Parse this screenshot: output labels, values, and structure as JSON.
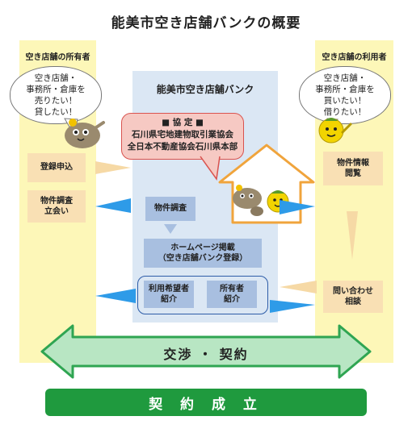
{
  "title": "能美市空き店舗バンクの概要",
  "left_column": {
    "header": "空き店舗の所有者",
    "bubble_lines": [
      "空き店舗・",
      "事務所・倉庫を",
      "売りたい！",
      "貸したい！"
    ],
    "registration": "登録申込",
    "survey_lines": [
      "物件調査",
      "立会い"
    ]
  },
  "right_column": {
    "header": "空き店舗の利用者",
    "bubble_lines": [
      "空き店舗・",
      "事務所・倉庫を",
      "買いたい！",
      "借りたい！"
    ],
    "browse_lines": [
      "物件情報",
      "閲覧"
    ],
    "inquiry_lines": [
      "問い合わせ",
      "相談"
    ]
  },
  "center": {
    "title": "能美市空き店舗バンク",
    "agreement_lines": [
      "■ 協 定 ■",
      "石川県宅地建物取引業協会",
      "全日本不動産協会石川県本部"
    ],
    "property_survey": "物件調査",
    "homepage_lines": [
      "ホームページ掲載",
      "（空き店舗バンク登録）"
    ],
    "user_intro_lines": [
      "利用希望者",
      "紹介"
    ],
    "owner_intro_lines": [
      "所有者",
      "紹介"
    ]
  },
  "negotiation": "交渉 ・ 契約",
  "contract": "契 約 成 立",
  "colors": {
    "column_bg": "#fdf7b8",
    "center_bg": "#dbe7f4",
    "tan": "#f9e0b4",
    "blue_box": "#a8bfe0",
    "arrow_blue": "#2e9be8",
    "negotiation_green": "#b8e6c3",
    "negotiation_border": "#2fa552",
    "contract_green": "#1f9a3e",
    "agreement_pink": "#f6c9c3"
  }
}
